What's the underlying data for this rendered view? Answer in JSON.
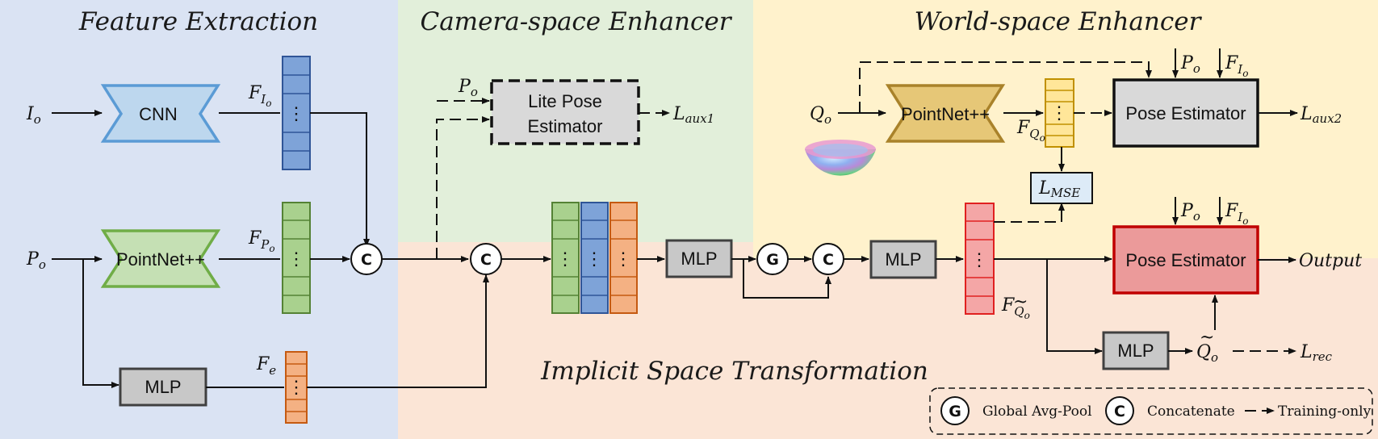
{
  "sections": {
    "feature_extraction": "Feature Extraction",
    "camera_space": "Camera-space Enhancer",
    "world_space": "World-space Enhancer",
    "implicit": "Implicit Space Transformation"
  },
  "modules": {
    "cnn": "CNN",
    "pointnet_fe": "PointNet++",
    "pointnet_ws": "PointNet++",
    "mlp_fe": "MLP",
    "mlp_mid": "MLP",
    "mlp_ws": "MLP",
    "mlp_rec": "MLP",
    "lite_pose_line1": "Lite Pose",
    "lite_pose_line2": "Estimator",
    "pose_top": "Pose Estimator",
    "pose_bottom": "Pose Estimator"
  },
  "symbols": {
    "I": "I",
    "P": "P",
    "Q": "Q",
    "F": "F",
    "L": "L",
    "o": "o",
    "e": "e",
    "G": "G",
    "C": "C",
    "aux1": "aux1",
    "aux2": "aux2",
    "mse": "MSE",
    "rec": "rec",
    "output": "Output",
    "tilde": "~",
    "dots": "⋮"
  },
  "legend": {
    "g_symbol": "G",
    "g_text": "Global Avg-Pool",
    "c_symbol": "C",
    "c_text": "Concatenate",
    "dash_text": "Training-only"
  },
  "colors": {
    "bg_feature": "#dae3f3",
    "bg_camera": "#e2efda",
    "bg_world": "#fff2cc",
    "bg_implicit": "#fbe5d6",
    "blue": "#7ea3d8",
    "green": "#a9d18e",
    "orange": "#f4b183",
    "yellow": "#ffe699",
    "red": "#f4a6a6",
    "gray": "#c8c8c8"
  }
}
